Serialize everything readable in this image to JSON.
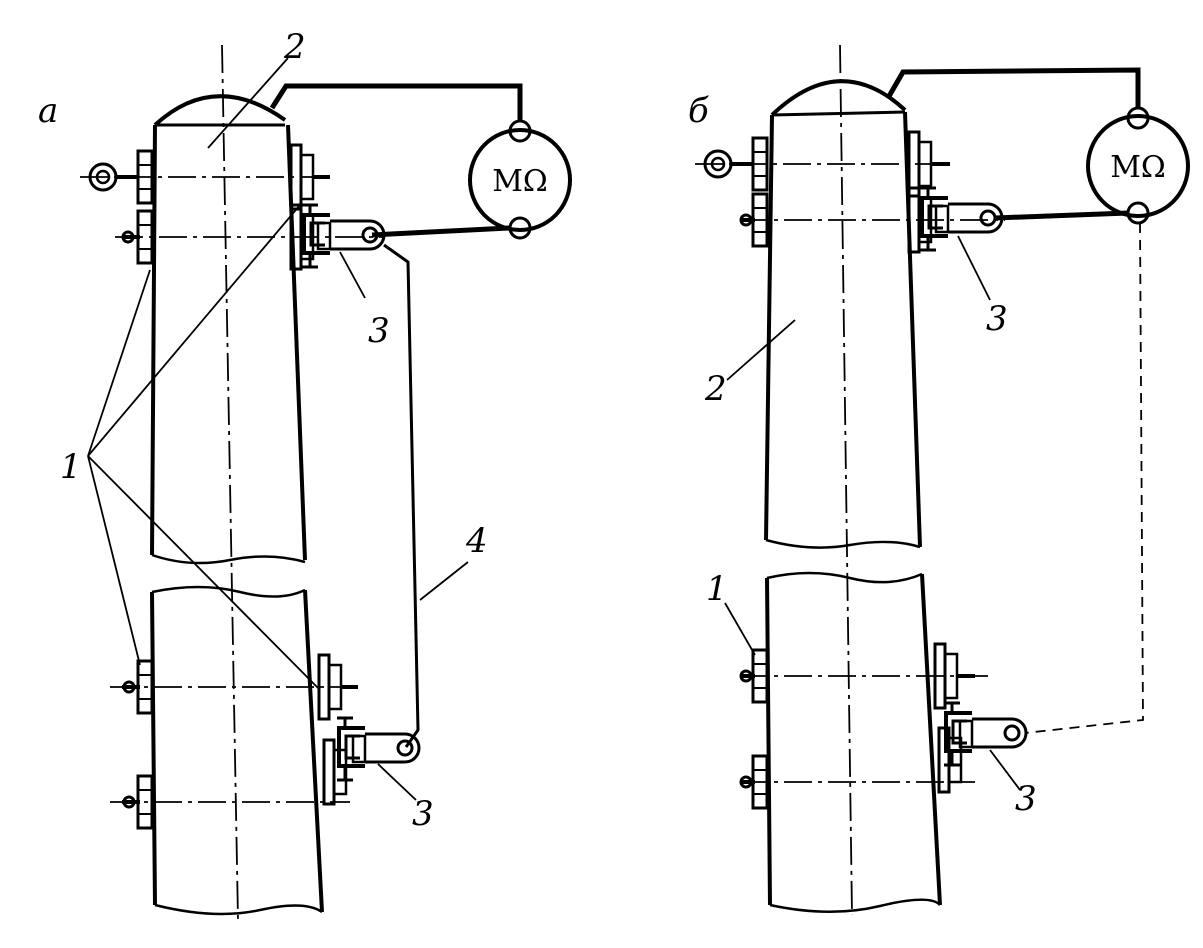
{
  "panel_a": {
    "letter": "а",
    "meter_label": "MΩ",
    "callouts": {
      "bolts": "1",
      "pole": "2",
      "clamp_top": "3",
      "clamp_bottom": "3",
      "jumper": "4"
    }
  },
  "panel_b": {
    "letter": "б",
    "meter_label": "MΩ",
    "callouts": {
      "bolts": "1",
      "pole": "2",
      "clamp_top": "3",
      "clamp_bottom": "3"
    }
  }
}
